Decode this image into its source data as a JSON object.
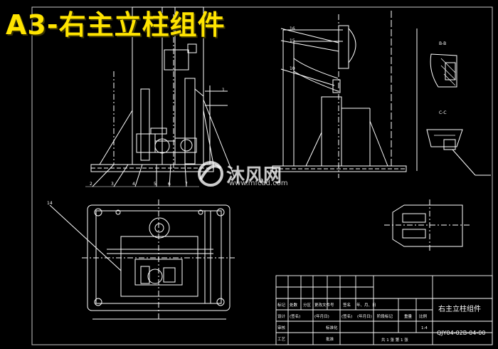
{
  "title": "A3-右主立柱组件",
  "watermark": {
    "name": "沐风网",
    "url": "www.mfcad.com"
  },
  "title_block": {
    "drawing_name": "右主立柱组件",
    "drawing_number": "QJY04-02B-04-00",
    "row_labels": [
      "标记",
      "处数",
      "分区",
      "更改文件号",
      "签名",
      "年、月、日"
    ],
    "row_labels_2": [
      "(签名)",
      "(年月日)",
      "(签名)",
      "(年月日)"
    ],
    "col_header": [
      "阶段标记",
      "重量",
      "比例"
    ],
    "scale": "1:4",
    "sheet_info": "共 1 张  第 1 张",
    "roles": [
      "设计",
      "审核",
      "工艺",
      "标准化",
      "批准"
    ]
  },
  "section_labels": [
    "B-B",
    "C-C"
  ],
  "callouts": [
    "16",
    "15",
    "10",
    "14",
    "1",
    "2",
    "3",
    "4",
    "5",
    "6",
    "7"
  ],
  "colors": {
    "background": "#000000",
    "line": "#ffffff",
    "frame": "#d8d8d8",
    "title": "#ffe400"
  }
}
